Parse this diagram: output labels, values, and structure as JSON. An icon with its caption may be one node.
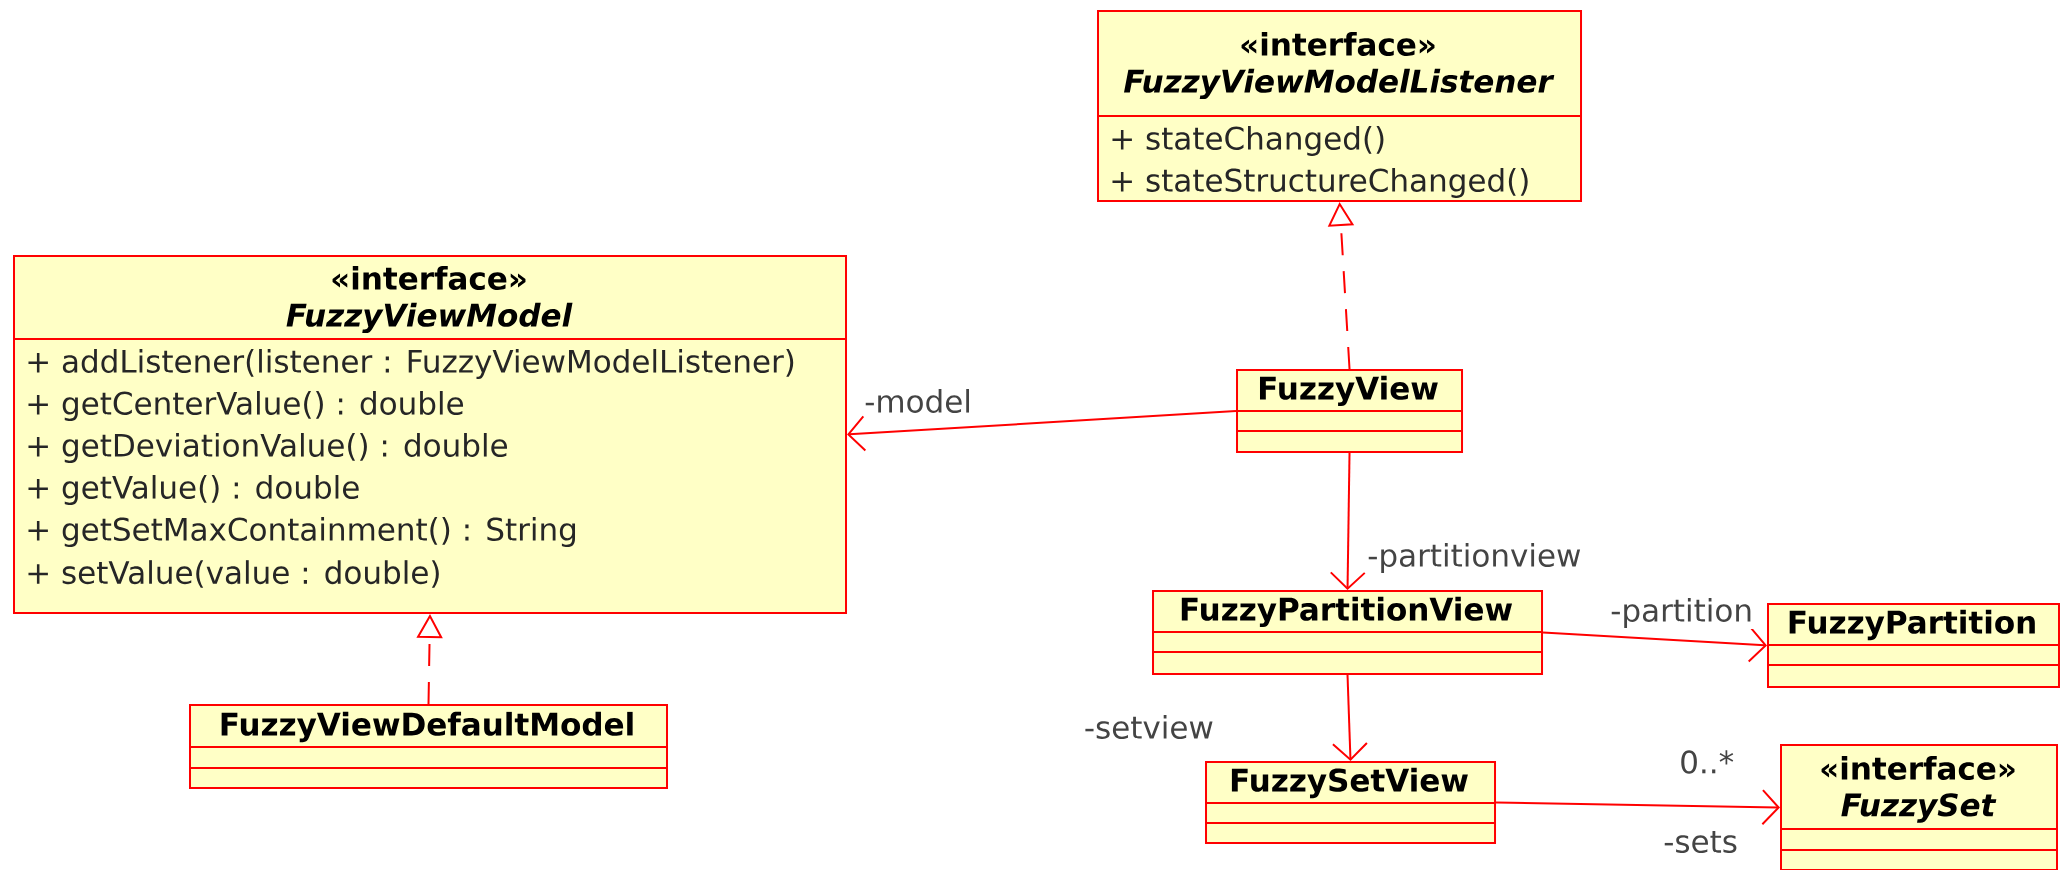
{
  "diagram": {
    "nodes": [
      {
        "text": [
          "«interface»",
          "FuzzyViewModelListener",
          "+ stateChanged()",
          "+ stateStructureChanged()"
        ]
      },
      {
        "text": [
          "«interface»",
          "FuzzyViewModel",
          "+ addListener(listener : FuzzyViewModelListener)",
          "+ getCenterValue() : double",
          "+ getDeviationValue() : double",
          "+ getValue() : double",
          "+ getSetMaxContainment() : String",
          "+ setValue(value : double)"
        ]
      },
      {
        "text": [
          "FuzzyViewDefaultModel"
        ]
      },
      {
        "text": [
          "FuzzyView"
        ]
      },
      {
        "text": [
          "FuzzyPartitionView"
        ]
      },
      {
        "text": [
          "FuzzyPartition"
        ]
      },
      {
        "text": [
          "FuzzySetView"
        ]
      },
      {
        "text": [
          "«interface»",
          "FuzzySet"
        ]
      }
    ],
    "edges": [
      {
        "from": 3,
        "to": 0,
        "arrow": "to",
        "style": "dashed"
      },
      {
        "from": 2,
        "to": 1,
        "arrow": "to",
        "style": "dashed"
      },
      {
        "from": 3,
        "to": 1,
        "arrow": "to",
        "label": "-model"
      },
      {
        "from": 3,
        "to": 4,
        "arrow": "to",
        "label": "-partitionview"
      },
      {
        "from": 4,
        "to": 5,
        "arrow": "to",
        "label": "-partition"
      },
      {
        "from": 4,
        "to": 6,
        "arrow": "to",
        "label": "-setview"
      },
      {
        "from": 6,
        "to": 7,
        "arrow": "to",
        "label": "-sets"
      }
    ],
    "labels": [
      "0..*"
    ]
  }
}
